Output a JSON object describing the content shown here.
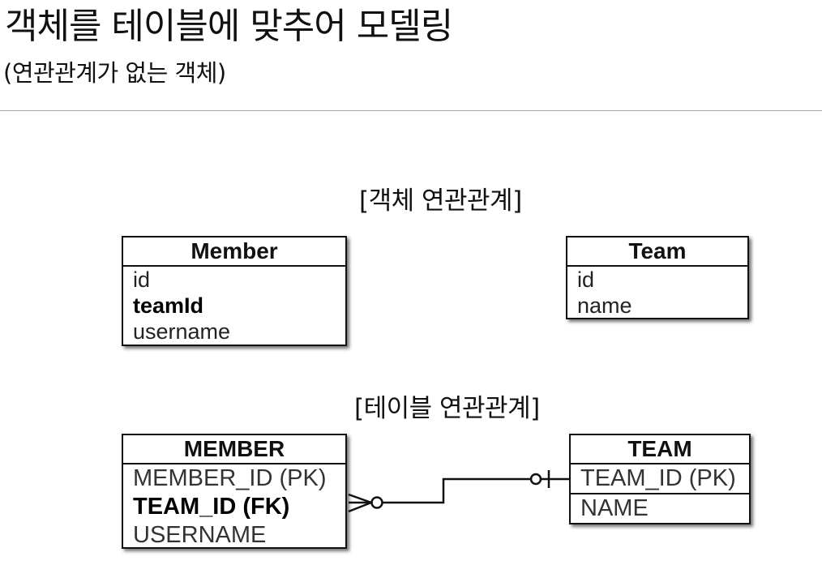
{
  "header": {
    "title": "객체를 테이블에 맞추어 모델링",
    "subtitle": "(연관관계가 없는 객체)"
  },
  "object_section": {
    "label": "[객체 연관관계]",
    "member": {
      "name": "Member",
      "fields": [
        {
          "text": "id",
          "bold": false
        },
        {
          "text": "teamId",
          "bold": true
        },
        {
          "text": "username",
          "bold": false
        }
      ]
    },
    "team": {
      "name": "Team",
      "fields": [
        {
          "text": "id",
          "bold": false
        },
        {
          "text": "name",
          "bold": false
        }
      ]
    }
  },
  "table_section": {
    "label": "[테이블 연관관계]",
    "member": {
      "name": "MEMBER",
      "columns": [
        {
          "text": "MEMBER_ID (PK)",
          "bold": false
        },
        {
          "text": "TEAM_ID (FK)",
          "bold": true
        },
        {
          "text": "USERNAME",
          "bold": false
        }
      ]
    },
    "team": {
      "name": "TEAM",
      "columns": [
        {
          "text": "TEAM_ID (PK)",
          "bold": false
        },
        {
          "text": "NAME",
          "bold": false
        }
      ]
    },
    "relationship": {
      "from": "MEMBER.TEAM_ID",
      "to": "TEAM.TEAM_ID",
      "from_cardinality": "zero-or-many",
      "to_cardinality": "zero-or-one"
    }
  }
}
